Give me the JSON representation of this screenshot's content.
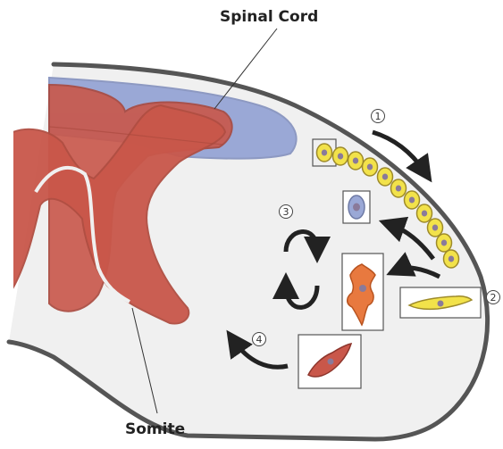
{
  "labels": {
    "spinal_cord": "Spinal Cord",
    "somite": "Somite"
  },
  "steps": [
    "1",
    "2",
    "3",
    "4"
  ],
  "colors": {
    "background": "#ffffff",
    "embryo_fill": "#f0f0f0",
    "embryo_outline": "#555555",
    "spinal_cord": "#9aa8d6",
    "somite": "#c9574a",
    "neural_crest_cell": "#f2e24a",
    "cell_nucleus": "#8a7a9a",
    "migrating_cell": "#e8793f",
    "arrow": "#222222"
  }
}
